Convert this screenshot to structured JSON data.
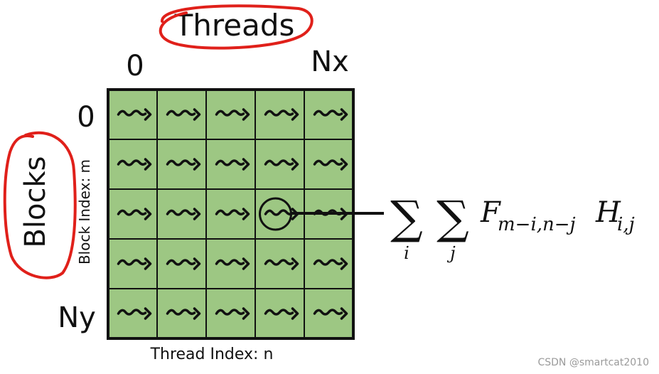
{
  "labels": {
    "threads": "Threads",
    "blocks": "Blocks",
    "x_start": "0",
    "x_end": "Nx",
    "y_start": "0",
    "y_end": "Ny",
    "thread_axis": "Thread Index: n",
    "block_axis": "Block Index: m"
  },
  "grid": {
    "rows": 5,
    "cols": 5,
    "cell_color": "#9dc783",
    "border_color": "#111111",
    "highlight_row": 2,
    "highlight_col": 3,
    "arrow_glyph": "squiggly-arrow-icon"
  },
  "formula": {
    "sum1_index": "i",
    "sum2_index": "j",
    "F_sub": "m−i,n−j",
    "H_sub": "i,j"
  },
  "annotation_color": "#e0201a",
  "watermark": "CSDN @smartcat2010"
}
